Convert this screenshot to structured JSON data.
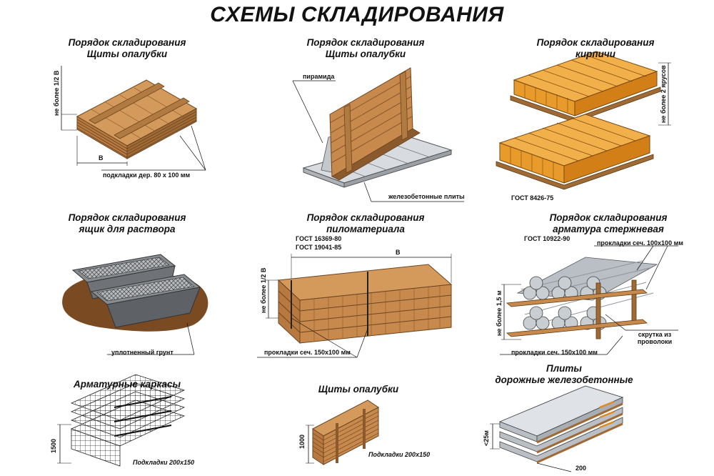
{
  "title": "СХЕМЫ СКЛАДИРОВАНИЯ",
  "colors": {
    "wood": "#c8894c",
    "wood_dark": "#8a5a2c",
    "brick": "#e89a2a",
    "concrete": "#d8dbdf",
    "soil": "#7a4a22",
    "steel": "#9ea4ab"
  },
  "sections": {
    "shields_1": {
      "title_line1": "Порядок складирования",
      "title_line2": "Щиты опалубки",
      "height_label": "не более 1/2 В",
      "width_label": "В",
      "pad_label": "подкладки дер. 80 х 100 мм"
    },
    "shields_2": {
      "title_line1": "Порядок складирования",
      "title_line2": "Щиты опалубки",
      "pyramid_label": "пирамида",
      "slabs_label": "железобетонные плиты"
    },
    "bricks": {
      "title_line1": "Порядок складирования",
      "title_line2": "кирпичи",
      "height_label": "не более 2 ярусов",
      "gost": "ГОСТ 8426-75"
    },
    "mortar_box": {
      "title_line1": "Порядок складирования",
      "title_line2": "ящик для раствора",
      "ground_label": "уплотненный грунт"
    },
    "lumber": {
      "title_line1": "Порядок складирования",
      "title_line2": "пиломатериала",
      "gost_1": "ГОСТ 16369-80",
      "gost_2": "ГОСТ 19041-85",
      "width_label": "В",
      "height_label": "не более 1/2 В",
      "pad_label": "прокладки сеч. 150x100 мм"
    },
    "rebar": {
      "title_line1": "Порядок складирования",
      "title_line2": "арматура стержневая",
      "gost": "ГОСТ 10922-90",
      "top_pad_label": "прокладки сеч. 100x100 мм",
      "height_label": "не более 1,5 м",
      "twist_line1": "скрутка из",
      "twist_line2": "проволоки",
      "bottom_pad_label": "прокладки сеч. 150x100 мм"
    },
    "cages": {
      "title": "Арматурные каркасы",
      "height_label": "1500",
      "pad_label": "Подкладки 200x150"
    },
    "shields_3": {
      "title": "Щиты опалубки",
      "height_label": "1000",
      "pad_label": "Подкладки 200x150"
    },
    "road_slabs": {
      "title_line1": "Плиты",
      "title_line2": "дорожные железобетонные",
      "height_label": "<25м",
      "width_label": "200"
    }
  }
}
